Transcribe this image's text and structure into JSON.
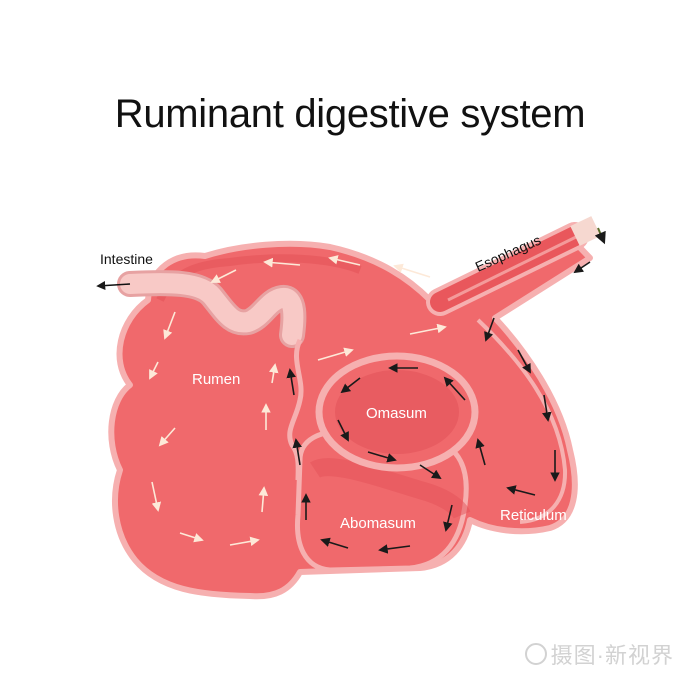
{
  "title": "Ruminant digestive system",
  "labels": {
    "intestine": "Intestine",
    "esophagus": "Esophagus",
    "rumen": "Rumen",
    "omasum": "Omasum",
    "abomasum": "Abomasum",
    "reticulum": "Reticulum"
  },
  "watermark": "摄图·新视界",
  "colors": {
    "organ_fill": "#f0696c",
    "organ_outline": "#f6b0b0",
    "organ_dark": "#e45258",
    "background": "#ffffff"
  }
}
